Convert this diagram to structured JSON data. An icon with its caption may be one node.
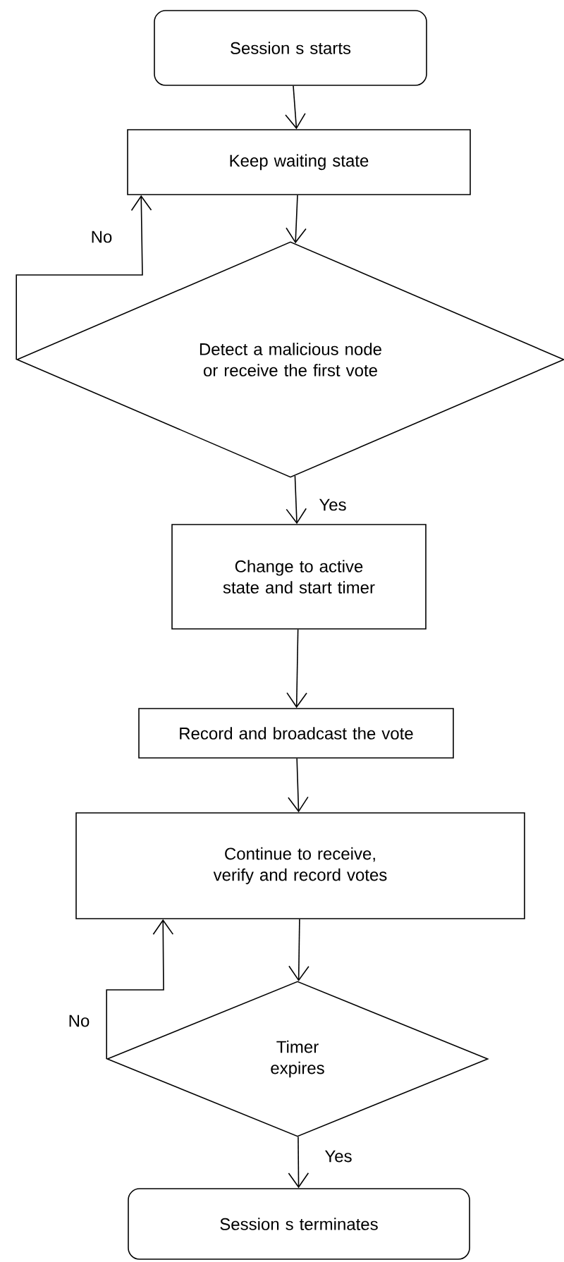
{
  "diagram": {
    "nodes": [
      {
        "text": [
          "Session s starts"
        ]
      },
      {
        "text": [
          "Keep waiting state"
        ]
      },
      {
        "text": [
          "Detect a malicious node or receive the first vote"
        ]
      },
      {
        "text": [
          "Change to active state and start timer"
        ]
      },
      {
        "text": [
          "Record and broadcast the vote"
        ]
      },
      {
        "text": [
          "Continue to receive, verify and record votes"
        ]
      },
      {
        "text": [
          "Timer expires"
        ]
      },
      {
        "text": [
          "Session s terminates"
        ]
      }
    ],
    "edges": [
      {
        "from": 0,
        "to": 1,
        "arrow": "to"
      },
      {
        "from": 1,
        "to": 2,
        "arrow": "to"
      },
      {
        "from": 2,
        "to": 1,
        "arrow": "to",
        "label": "No"
      },
      {
        "from": 2,
        "to": 3,
        "arrow": "to",
        "label": "Yes"
      },
      {
        "from": 3,
        "to": 4,
        "arrow": "to"
      },
      {
        "from": 4,
        "to": 5,
        "arrow": "to"
      },
      {
        "from": 5,
        "to": 6,
        "arrow": "to"
      },
      {
        "from": 6,
        "to": 5,
        "arrow": "to",
        "label": "No"
      },
      {
        "from": 6,
        "to": 7,
        "arrow": "to",
        "label": "Yes"
      }
    ]
  }
}
